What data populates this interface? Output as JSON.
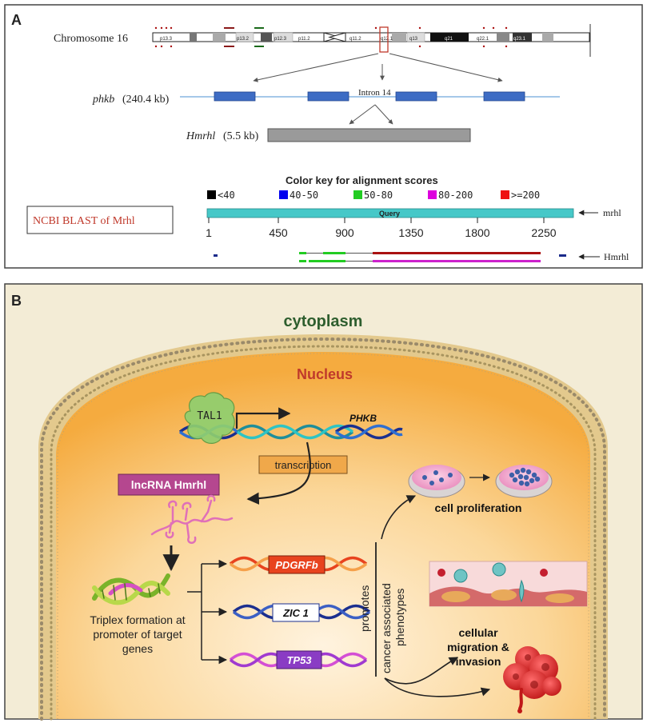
{
  "panel_a": {
    "label": "A",
    "chromosome_label": "Chromosome 16",
    "bands": [
      "p13.3",
      "p13.2",
      "p12.3",
      "p11.2",
      "q11.2",
      "q12.1",
      "q13",
      "q21",
      "q22.1",
      "q23.1"
    ],
    "gene_label": "phkb",
    "gene_size": "(240.4 kb)",
    "intron_label": "Intron 14",
    "sub_gene_label": "Hmrhl",
    "sub_gene_size": "(5.5 kb)",
    "blast_label": "NCBI BLAST of Mrhl",
    "color_key_title": "Color key for alignment scores",
    "color_key": [
      {
        "label": "<40",
        "color": "#000000"
      },
      {
        "label": "40-50",
        "color": "#0000ee"
      },
      {
        "label": "50-80",
        "color": "#22cc22"
      },
      {
        "label": "80-200",
        "color": "#dd00dd"
      },
      {
        "label": ">=200",
        "color": "#ee1111"
      }
    ],
    "query_label": "Query",
    "query_color": "#46c8c8",
    "mrhl_label": "mrhl",
    "hmrhl_label": "Hmrhl",
    "ticks": [
      "1",
      "450",
      "900",
      "1350",
      "1800",
      "2250"
    ]
  },
  "panel_b": {
    "label": "B",
    "cytoplasm": "cytoplasm",
    "nucleus": "Nucleus",
    "tal1": "TAL1",
    "phkb": "PHKB",
    "transcription": "transcription",
    "lncrna": "lncRNA Hmrhl",
    "triplex_text": [
      "Triplex formation at",
      "promoter of target",
      "genes"
    ],
    "genes": [
      {
        "name": "PDGRFb",
        "box_color": "#e8431e",
        "strand_a": "#e8431e",
        "strand_b": "#f5a04a"
      },
      {
        "name": "ZIC 1",
        "box_color": "#ffffff",
        "strand_a": "#1b2f8f",
        "strand_b": "#3b5fc4"
      },
      {
        "name": "TP53",
        "box_color": "#8a3cc4",
        "strand_a": "#d44fd4",
        "strand_b": "#a03ad0"
      }
    ],
    "promotes": "promotes",
    "cancer_phenotypes": [
      "cancer associated",
      "phenotypes"
    ],
    "cell_proliferation": "cell proliferation",
    "migration": [
      "cellular",
      "migration &",
      "invasion"
    ],
    "colors": {
      "cytoplasm_text": "#2e5e2e",
      "nucleus_text": "#c0392b",
      "lncrna_box": "#b5478f",
      "transcription_box": "#f0a84a",
      "nucleus_fill": "#f7b14a",
      "cytoplasm_bg": "#f3ecd6"
    }
  }
}
